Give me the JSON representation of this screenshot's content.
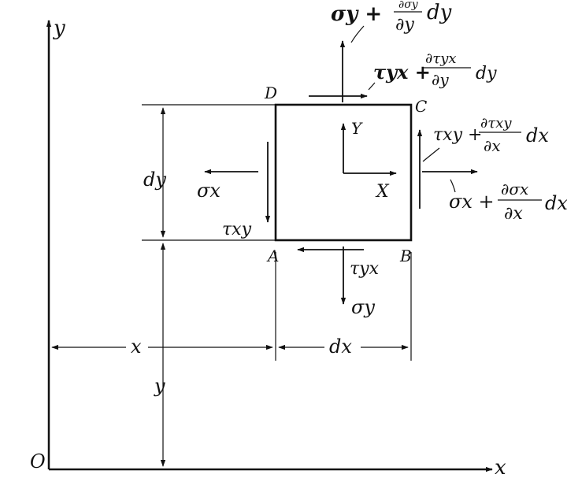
{
  "figure": {
    "axes": {
      "x": "x",
      "y": "y",
      "origin": "O"
    },
    "corners": {
      "A": "A",
      "B": "B",
      "C": "C",
      "D": "D"
    },
    "dimensions": {
      "x": "x",
      "y": "y",
      "dx": "dx",
      "dy": "dy"
    },
    "body_force_axes": {
      "X": "X",
      "Y": "Y"
    },
    "stresses": {
      "sigma_x_left": "σx",
      "tau_xy_left": "τxy",
      "tau_yx_bottom": "τyx",
      "sigma_y_bottom": "σy",
      "sigma_y_top": "σy +",
      "sigma_y_top_frac_num": "∂σy",
      "sigma_y_top_frac_den": "∂y",
      "sigma_y_top_tail": "dy",
      "tau_yx_top": "τyx +",
      "tau_yx_top_frac_num": "∂τyx",
      "tau_yx_top_frac_den": "∂y",
      "tau_yx_top_tail": "dy",
      "tau_xy_right": "τxy +",
      "tau_xy_right_frac_num": "∂τxy",
      "tau_xy_right_frac_den": "∂x",
      "tau_xy_right_tail": "dx",
      "sigma_x_right": "σx +",
      "sigma_x_right_frac_num": "∂σx",
      "sigma_x_right_frac_den": "∂x",
      "sigma_x_right_tail": "dx"
    }
  }
}
